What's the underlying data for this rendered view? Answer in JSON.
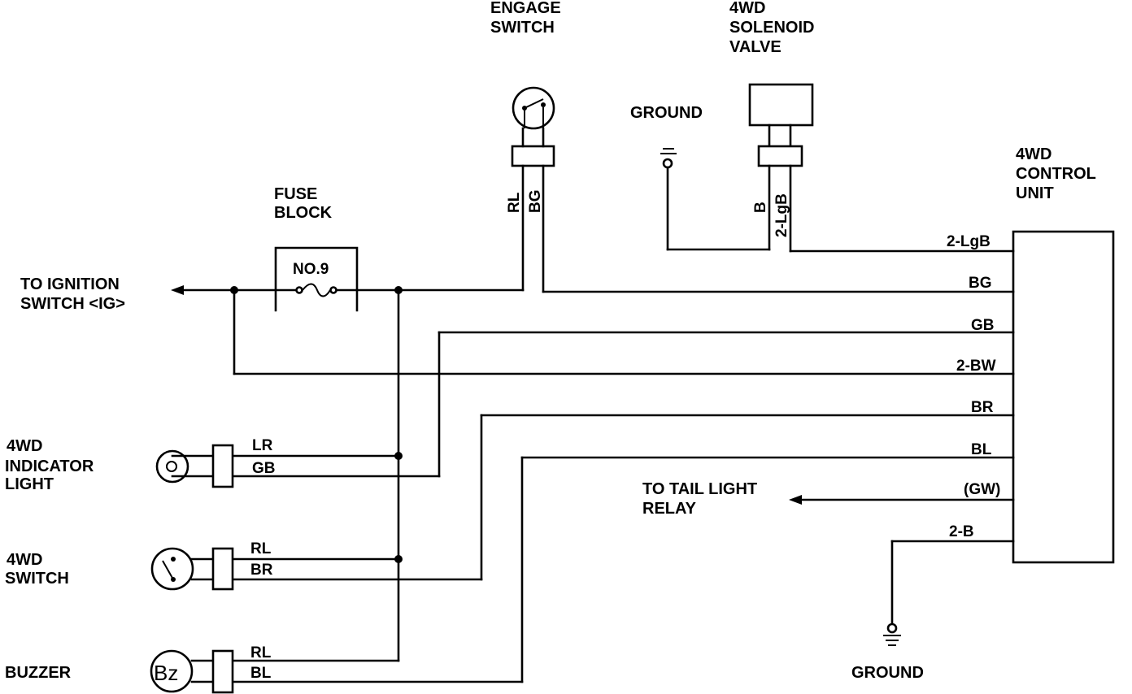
{
  "components": {
    "engage_switch": [
      "ENGAGE",
      "SWITCH"
    ],
    "solenoid_valve": [
      "4WD",
      "SOLENOID",
      "VALVE"
    ],
    "ground_top": "GROUND",
    "control_unit": [
      "4WD",
      "CONTROL",
      "UNIT"
    ],
    "fuse_block": [
      "FUSE",
      "BLOCK"
    ],
    "fuse_no": "NO.9",
    "ignition": [
      "TO IGNITION",
      "SWITCH <IG>"
    ],
    "indicator_light": [
      "4WD",
      "INDICATOR",
      "LIGHT"
    ],
    "fourwd_switch": [
      "4WD",
      "SWITCH"
    ],
    "buzzer": "BUZZER",
    "buzzer_symbol": "Bz",
    "tail_light": [
      "TO TAIL LIGHT",
      "RELAY"
    ],
    "ground_bottom": "GROUND"
  },
  "wires": {
    "engage_rl": "RL",
    "engage_bg": "BG",
    "solenoid_b": "B",
    "solenoid_lgb": "2-LgB",
    "cu_pins": [
      "2-LgB",
      "BG",
      "GB",
      "2-BW",
      "BR",
      "BL",
      "(GW)",
      "2-B"
    ],
    "indicator": [
      "LR",
      "GB"
    ],
    "switch": [
      "RL",
      "BR"
    ],
    "buzzer": [
      "RL",
      "BL"
    ]
  }
}
